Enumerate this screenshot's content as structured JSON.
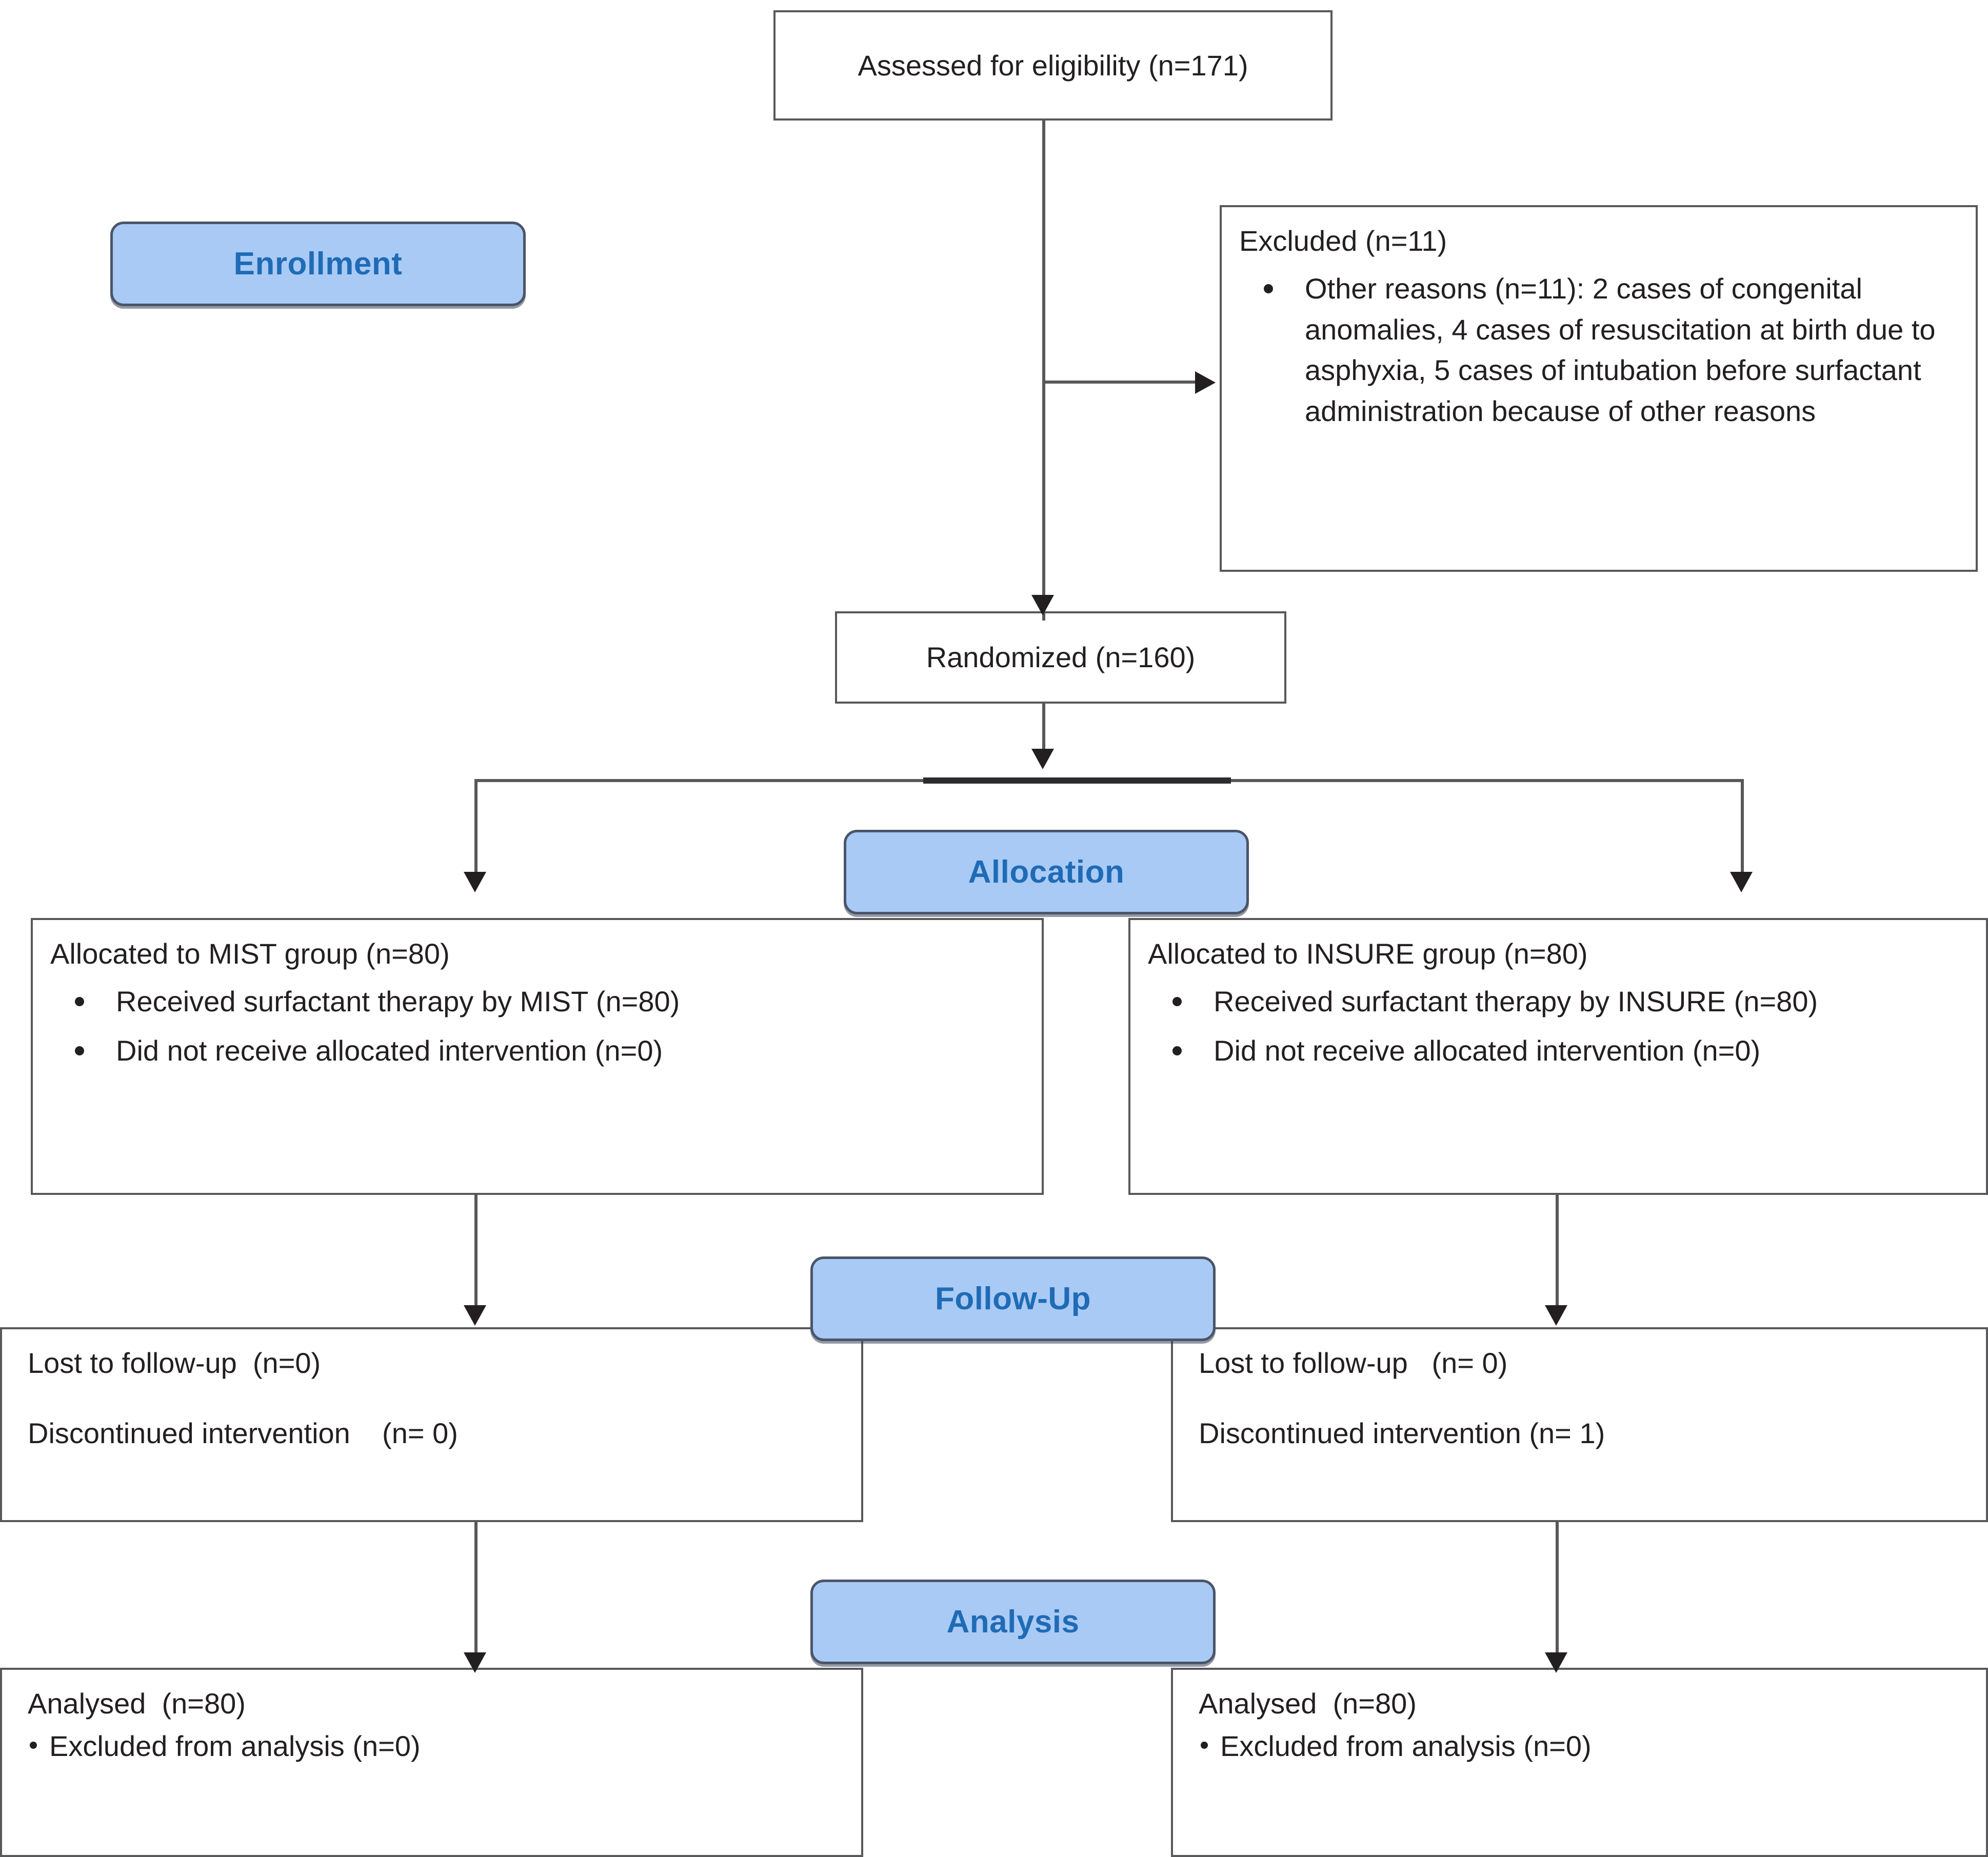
{
  "diagram": {
    "type": "consort-flow-diagram",
    "title": "CONSORT flow diagram",
    "accent_color": "#a9caf5",
    "pill_text_color": "#1f6bb5",
    "box_border_color": "#58585a",
    "text_color": "#231f20"
  },
  "stages": {
    "enrollment": "Enrollment",
    "allocation": "Allocation",
    "follow_up": "Follow-Up",
    "analysis": "Analysis"
  },
  "enrollment": {
    "assessed": "Assessed for eligibility (n=171)",
    "excluded_title": "Excluded (n=11)",
    "excluded_bullets": [
      "Other reasons (n=11): 2 cases of congenital anomalies, 4 cases of resuscitation at birth due to asphyxia, 5 cases of intubation before surfactant administration because of other reasons"
    ],
    "randomized": "Randomized (n=160)"
  },
  "allocation": {
    "left": {
      "title": "Allocated to MIST group (n=80)",
      "bullets": [
        "Received surfactant therapy by MIST (n=80)",
        "Did not receive allocated intervention (n=0)"
      ]
    },
    "right": {
      "title": "Allocated to INSURE group (n=80)",
      "bullets": [
        "Received surfactant therapy by INSURE (n=80)",
        "Did not receive allocated intervention (n=0)"
      ]
    }
  },
  "follow_up": {
    "left": {
      "lost": "Lost to follow-up  (n=0)",
      "discontinued": "Discontinued intervention    (n= 0)"
    },
    "right": {
      "lost": "Lost to follow-up   (n= 0)",
      "discontinued": "Discontinued intervention (n= 1)"
    }
  },
  "analysis": {
    "left": {
      "title": "Analysed  (n=80)",
      "bullets": [
        "Excluded from analysis (n=0)"
      ]
    },
    "right": {
      "title": "Analysed  (n=80)",
      "bullets": [
        "Excluded from analysis (n=0)"
      ]
    }
  }
}
